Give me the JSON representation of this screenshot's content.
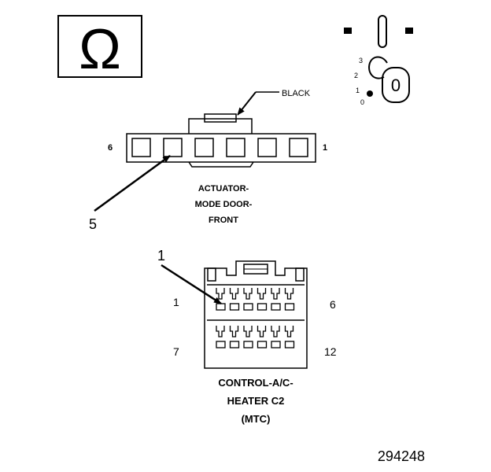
{
  "symbol": {
    "icon": "ohm-symbol-icon",
    "glyph": "Ω"
  },
  "ignition": {
    "icon": "ignition-key-icon",
    "key_label": "0",
    "positions": [
      "3",
      "2",
      "1",
      "0"
    ]
  },
  "actuator_connector": {
    "wire_color": "BLACK",
    "pin_left": "6",
    "pin_right": "1",
    "title_lines": [
      "ACTUATOR-",
      "MODE DOOR-",
      "FRONT"
    ],
    "callout": "5"
  },
  "control_connector": {
    "callout": "1",
    "pin_top_left": "1",
    "pin_top_right": "6",
    "pin_bottom_left": "7",
    "pin_bottom_right": "12",
    "title_lines": [
      "CONTROL-A/C-",
      "HEATER C2",
      "(MTC)"
    ]
  },
  "figure_number": "294248"
}
